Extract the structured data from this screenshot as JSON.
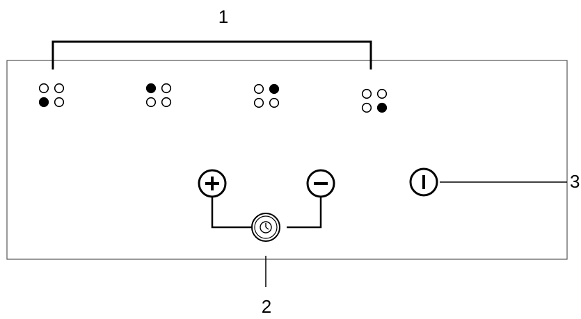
{
  "callouts": {
    "zones": "1",
    "timer": "2",
    "power": "3"
  },
  "zone_indicators": [
    {
      "active_position": "bottom-left"
    },
    {
      "active_position": "top-left"
    },
    {
      "active_position": "top-right"
    },
    {
      "active_position": "bottom-right"
    }
  ],
  "controls": {
    "plus_icon": "plus-icon",
    "minus_icon": "minus-icon",
    "timer_icon": "clock-icon",
    "power_icon": "power-icon"
  },
  "colors": {
    "stroke": "#000000",
    "panel_border": "#555555",
    "background": "#ffffff"
  }
}
